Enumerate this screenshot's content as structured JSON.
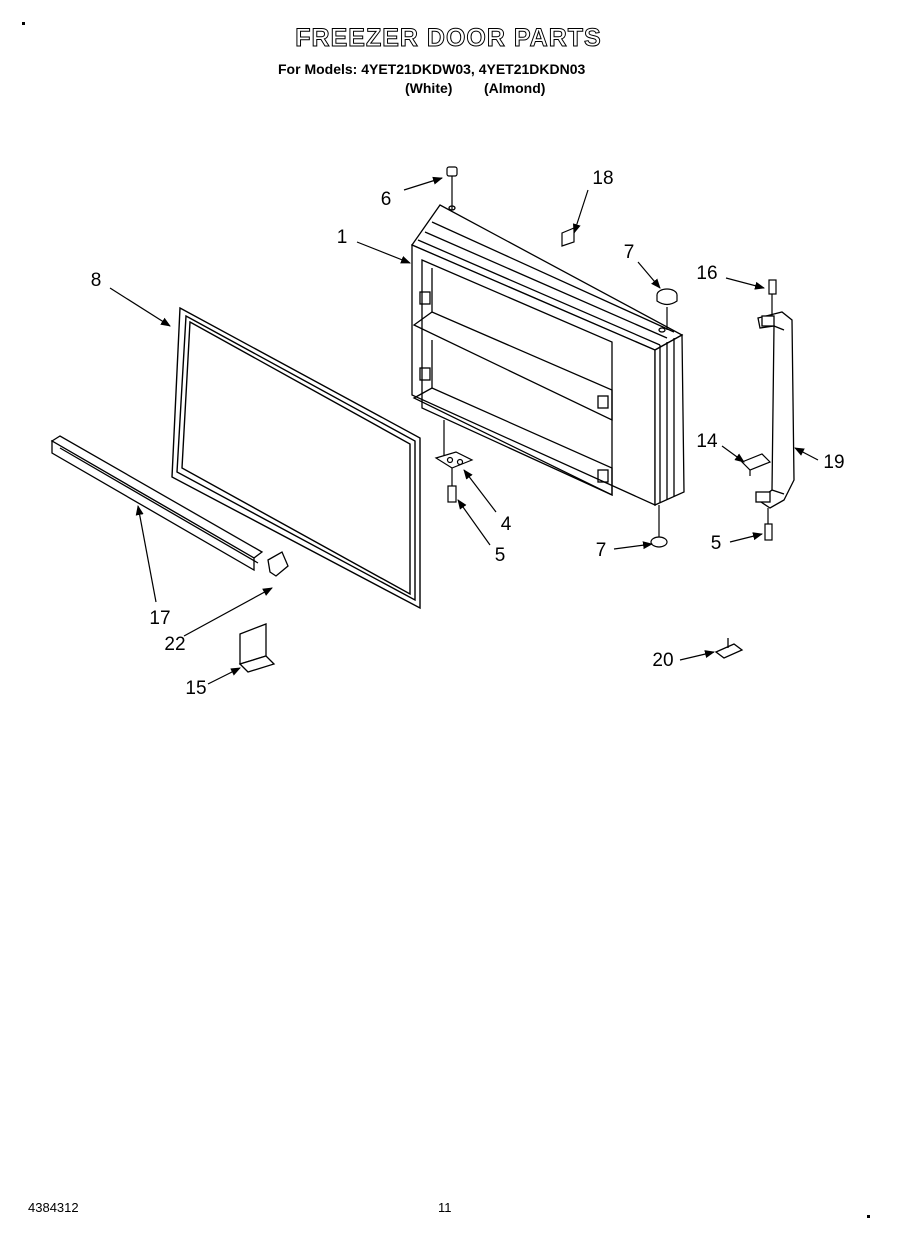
{
  "title": "FREEZER DOOR PARTS",
  "models_line": "For Models: 4YET21DKDW03, 4YET21DKDN03",
  "color_white": "(White)",
  "color_almond": "(Almond)",
  "part_labels": {
    "p1": "1",
    "p4": "4",
    "p5a": "5",
    "p5b": "5",
    "p6": "6",
    "p7a": "7",
    "p7b": "7",
    "p8": "8",
    "p14": "14",
    "p15": "15",
    "p16": "16",
    "p17": "17",
    "p18": "18",
    "p19": "19",
    "p20": "20",
    "p22": "22"
  },
  "footer": {
    "doc_number": "4384312",
    "page_number": "11"
  }
}
